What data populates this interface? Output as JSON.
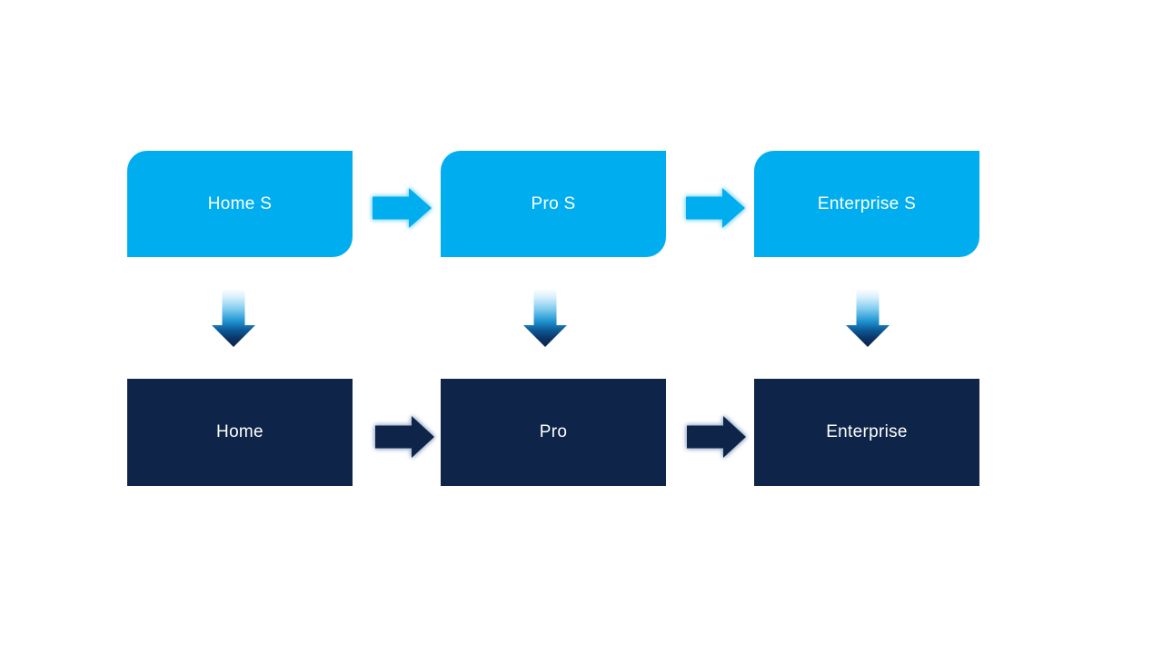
{
  "diagram": {
    "type": "process-upgrade-flow",
    "top_row": [
      {
        "label": "Home S"
      },
      {
        "label": "Pro S"
      },
      {
        "label": "Enterprise S"
      }
    ],
    "bottom_row": [
      {
        "label": "Home"
      },
      {
        "label": "Pro"
      },
      {
        "label": "Enterprise"
      }
    ],
    "connections": {
      "horizontal_top": [
        "Home S -> Pro S",
        "Pro S -> Enterprise S"
      ],
      "horizontal_bottom": [
        "Home -> Pro",
        "Pro -> Enterprise"
      ],
      "vertical": [
        "Home S -> Home",
        "Pro S -> Pro",
        "Enterprise S -> Enterprise"
      ]
    }
  },
  "colors": {
    "background": "#FFFFFF",
    "node_top_fill": "#00AEEF",
    "node_bottom_fill": "#0E2549",
    "node_text": "#FFFFFF",
    "arrow_top_fill": "#00AEEF",
    "arrow_top_glow": "#8FD9F7",
    "arrow_bottom_fill": "#0E2549",
    "arrow_bottom_glow": "#9FB2CC",
    "down_arrow_gradient_top": "#FFFFFF",
    "down_arrow_gradient_bottom": "#0A2347"
  }
}
